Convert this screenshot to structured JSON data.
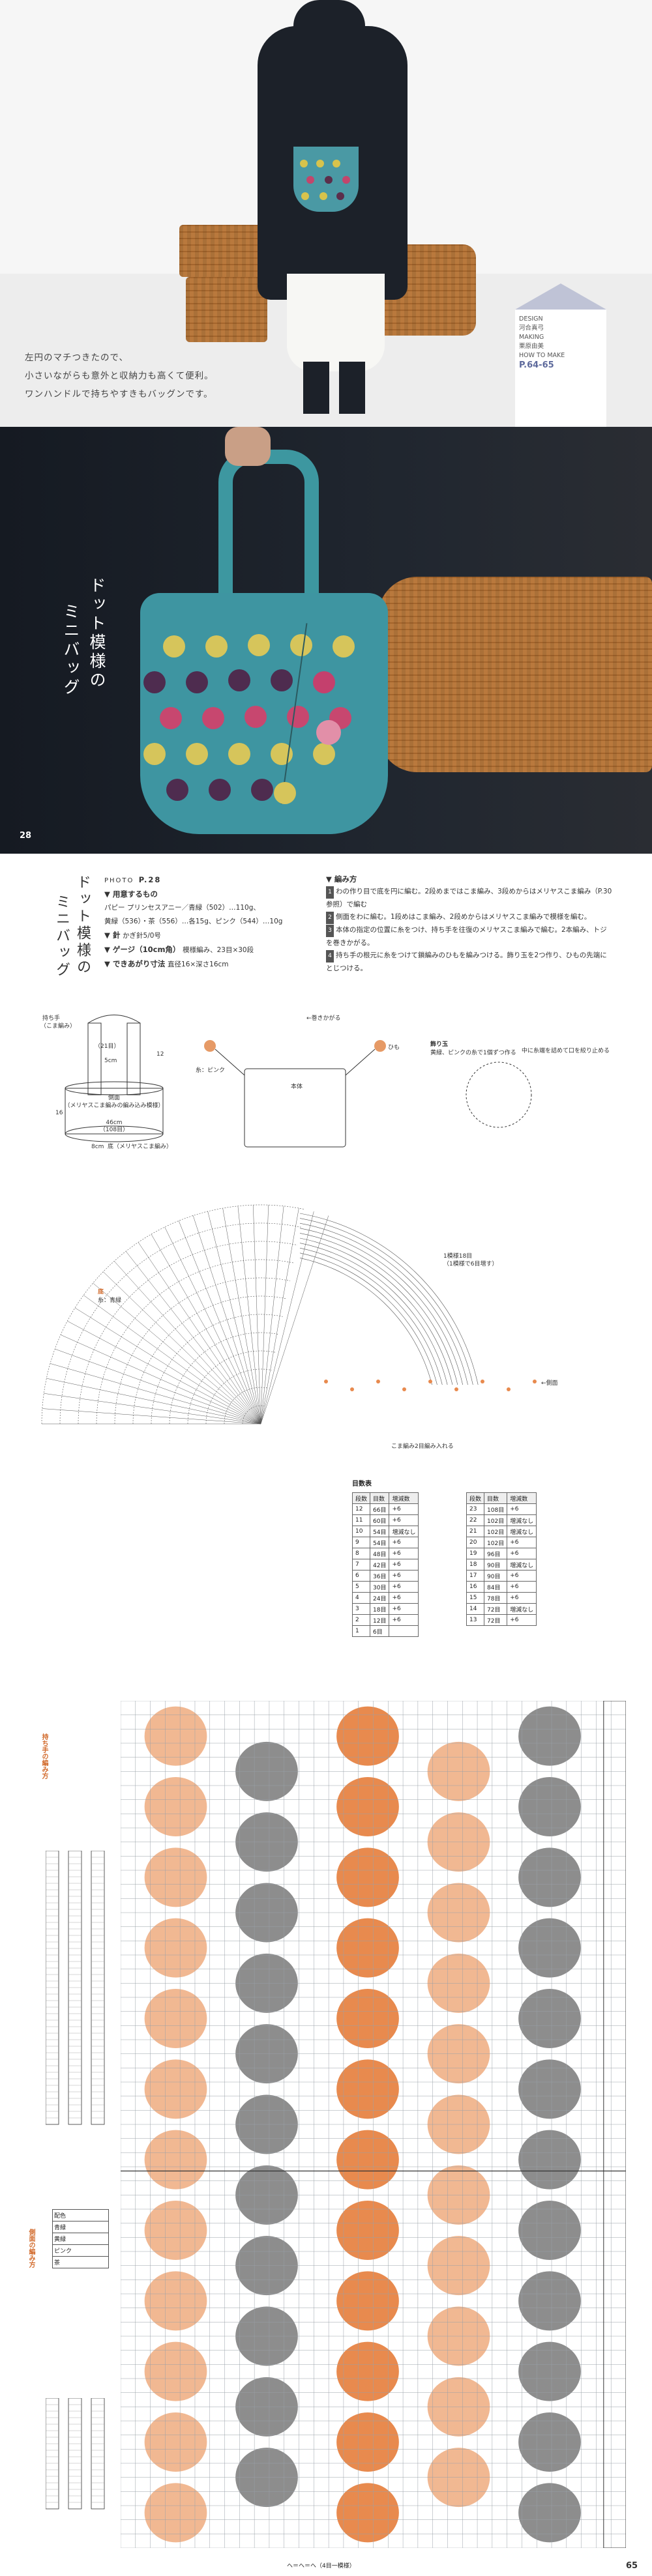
{
  "intro": {
    "caption_lines": [
      "左円のマチつきたので、",
      "小さいながらも意外と収納力も高くて便利。",
      "ワンハンドルで持ちやすきもバッグンです。"
    ],
    "credit": {
      "design_label": "DESIGN",
      "designer": "河合真弓",
      "making_label": "MAKING",
      "maker": "栗原由美",
      "howto_label": "HOW TO MAKE",
      "pages": "P.64-65"
    }
  },
  "photo2": {
    "title_line1": "ドット模様の",
    "title_line2": "ミニバッグ",
    "page_number": "28"
  },
  "info": {
    "title_line1": "ドット模様の",
    "title_line2": "ミニバッグ",
    "photo_label": "PHOTO",
    "photo_page": "P.28",
    "materials_heading": "用意するもの",
    "materials": [
      "パピー プリンセスアニー／青緑（502）…110g、",
      "黄緑（536）・茶（556）…各15g、ピンク（544）…10g",
      "かぎ針5/0号"
    ],
    "needle_label": "針",
    "gauge_label": "ゲージ（10cm角）",
    "gauge_value": "模様編み、23目×30段",
    "size_label": "できあがり寸法",
    "size_value": "直径16×深さ16cm",
    "method_heading": "編み方",
    "steps": [
      "わの作り目で底を円に編む。2段めまではこま編み、3段めからはメリヤスこま編み（P.30参照）で編む",
      "側面をわに編む。1段めはこま編み、2段めからはメリヤスこま編みで模様を編む。",
      "本体の指定の位置に糸をつけ、持ち手を往復のメリヤスこま編みで編む。2本編み、トジを巻きかがる。",
      "持ち手の根元に糸をつけて鎖編みのひもを編みつける。飾り玉を2つ作り、ひもの先端にとじつける。"
    ]
  },
  "diagrams": {
    "handle_label": "持ち手",
    "handle_sub": "（こま編み）",
    "side_label": "側面",
    "side_sub": "（メリヤスこま編みの編み込み模様）",
    "bottom_label": "底（メリヤスこま編み）",
    "dim_21": "（21目）",
    "dim_5cm": "5cm",
    "dim_12": "12",
    "dim_16": "16",
    "dim_46": "46cm",
    "dim_108": "（108目）",
    "dim_8": "8cm",
    "rings_label": "←巻きかがる",
    "himo_label": "ひも",
    "bottom_small": "本体",
    "pink_label": "糸：ピンク",
    "ball_label": "飾り玉",
    "ball_note": "黄緑、ピンクの糸で1個ずつ作る",
    "ball_note2": "中に糸端を詰めて口を絞り止める",
    "round_chart_label": "底",
    "round_chart_color": "糸：青緑",
    "side_arrow": "←側面",
    "start_note": "1模様18目",
    "start_note2": "（1模様で6目増す）",
    "bottom_hint": "こま編み2目編み入れる"
  },
  "count_table": {
    "title": "目数表",
    "headers": [
      "段数",
      "目数",
      "増減数"
    ],
    "left": [
      [
        "12",
        "66目",
        "+6"
      ],
      [
        "11",
        "60目",
        "+6"
      ],
      [
        "10",
        "54目",
        "増減なし"
      ],
      [
        "9",
        "54目",
        "+6"
      ],
      [
        "8",
        "48目",
        "+6"
      ],
      [
        "7",
        "42目",
        "+6"
      ],
      [
        "6",
        "36目",
        "+6"
      ],
      [
        "5",
        "30目",
        "+6"
      ],
      [
        "4",
        "24目",
        "+6"
      ],
      [
        "3",
        "18目",
        "+6"
      ],
      [
        "2",
        "12目",
        "+6"
      ],
      [
        "1",
        "6目",
        ""
      ]
    ],
    "right": [
      [
        "23",
        "108目",
        "+6"
      ],
      [
        "22",
        "102目",
        "増減なし"
      ],
      [
        "21",
        "102目",
        "増減なし"
      ],
      [
        "20",
        "102目",
        "+6"
      ],
      [
        "19",
        "96目",
        "+6"
      ],
      [
        "18",
        "90目",
        "増減なし"
      ],
      [
        "17",
        "90目",
        "+6"
      ],
      [
        "16",
        "84目",
        "+6"
      ],
      [
        "15",
        "78目",
        "+6"
      ],
      [
        "14",
        "72目",
        "増減なし"
      ],
      [
        "13",
        "72目",
        "+6"
      ]
    ]
  },
  "chart": {
    "handle_side_label": "持ち手の編み方",
    "side_chart_label": "側面の編み方",
    "legend_title": "配色",
    "legend_items": [
      "青緑",
      "黄緑",
      "ピンク",
      "茶"
    ],
    "bottom_note": "ヘ＝ヘ＝ヘ（4目一模様）",
    "page_number": "65",
    "colors": {
      "orange": "#e88a4e",
      "peach": "#f1b892",
      "gray": "#8d8d8d",
      "grid": "#9aa1a8",
      "orange_text": "#d26a2b"
    }
  }
}
